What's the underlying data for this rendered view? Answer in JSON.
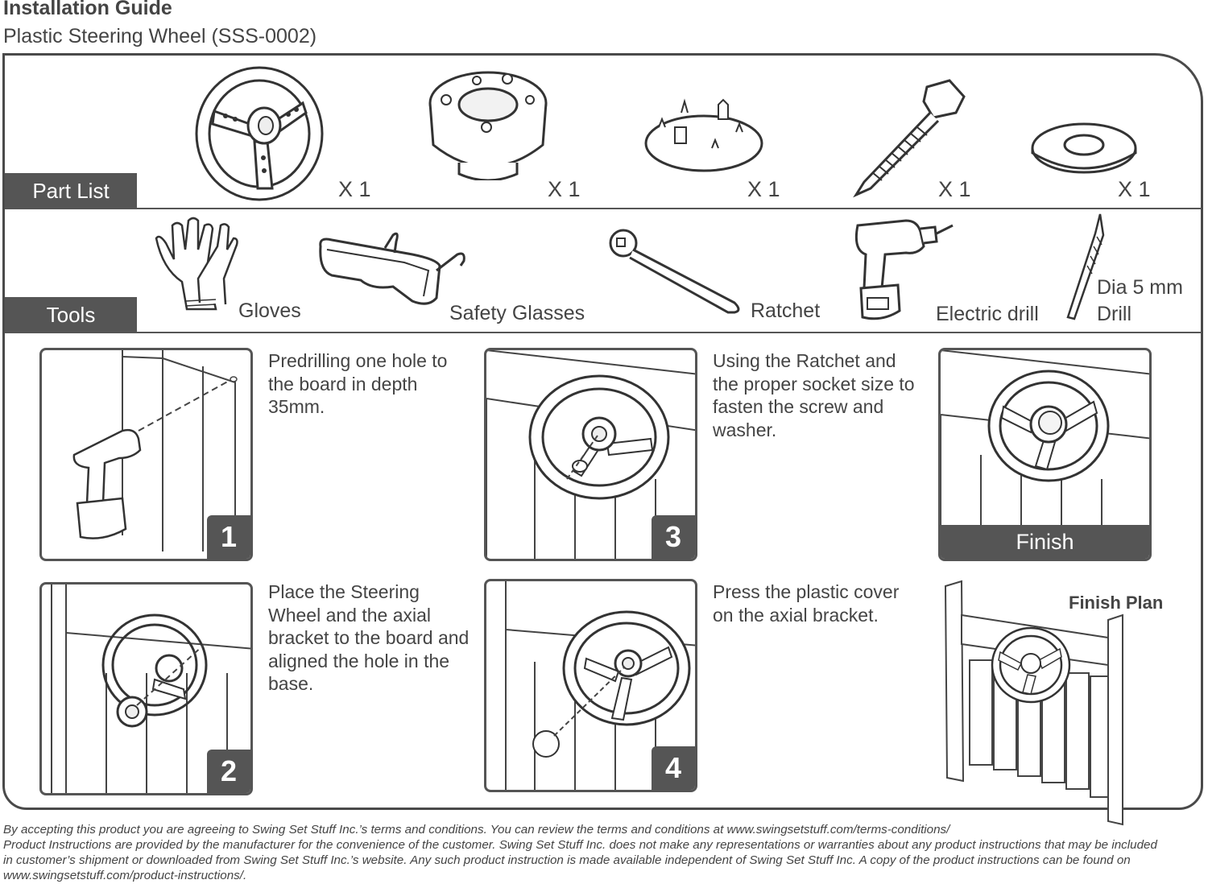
{
  "header": {
    "title": "Installation Guide",
    "subtitle": "Plastic Steering Wheel (SSS-0002)"
  },
  "parts": {
    "tag": "Part List",
    "items": [
      {
        "name": "steering-wheel",
        "qty": "X 1"
      },
      {
        "name": "axial-bracket",
        "qty": "X 1"
      },
      {
        "name": "plastic-cover",
        "qty": "X 1"
      },
      {
        "name": "screw",
        "qty": "X 1"
      },
      {
        "name": "washer",
        "qty": "X 1"
      }
    ]
  },
  "tools": {
    "tag": "Tools",
    "items": [
      {
        "label": "Gloves"
      },
      {
        "label": "Safety Glasses"
      },
      {
        "label": "Ratchet"
      },
      {
        "label": "Electric drill"
      },
      {
        "label_line1": "Dia 5 mm",
        "label_line2": "Drill"
      }
    ]
  },
  "steps": [
    {
      "number": "1",
      "text": "Predrilling one hole to the board in depth 35mm."
    },
    {
      "number": "2",
      "text": "Place the Steering Wheel and the axial bracket to the board and aligned the hole in the base."
    },
    {
      "number": "3",
      "text": "Using the Ratchet and the proper socket size to fasten the screw and washer."
    },
    {
      "number": "4",
      "text": "Press the plastic cover on the axial bracket."
    }
  ],
  "finish": {
    "label": "Finish",
    "plan_label": "Finish Plan"
  },
  "footer": {
    "line1": "By accepting this product you are agreeing to Swing Set Stuff Inc.’s terms and conditions. You can review the terms and conditions at www.swingsetstuff.com/terms-conditions/",
    "line2": "Product Instructions are provided by the manufacturer for the convenience of the customer. Swing Set Stuff Inc. does not make any representations or warranties about any product instructions that may be included",
    "line3": "in customer’s shipment or downloaded from Swing Set Stuff Inc.’s website. Any such product instruction is made available independent of Swing Set Stuff Inc.  A copy of the product instructions can be found on",
    "line4": "www.swingsetstuff.com/product-instructions/."
  }
}
